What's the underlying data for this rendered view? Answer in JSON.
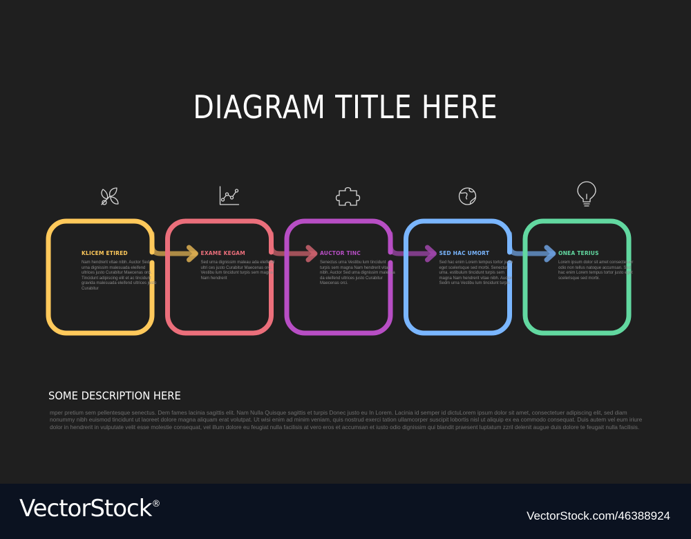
{
  "title": "DIAGRAM TITLE HERE",
  "steps": [
    {
      "heading": "KLICEM ETIRED",
      "color": "#ffc95b",
      "icon": "hand-leaf-icon",
      "body": "Nam hendrerit vitae nibh. Auctor Sed urna dignissim malesuada eleifend ultrices justo Curabitur Maecenas orci. Tincidunt adipiscing elit et ac tincidunt gravida malesuada eleifend ultrices justo Curabitur"
    },
    {
      "heading": "EXAME KEGAM",
      "color": "#eb6f7b",
      "icon": "line-chart-icon",
      "body": "Sed urna dignissim maleau ada eleifend ultri ces justo Curabitur Maecenas orci. Vestibu lum tincidunt turpis sem magna Nam hendrerit"
    },
    {
      "heading": "AUCTOR TINC",
      "color": "#b74ec4",
      "icon": "puzzle-piece-icon",
      "body": "Senectus urna Vestibu lum tincidunt turpis sem magna Nam hendrerit vitae nibh. Auctor Sed urna dignissim malesua da eleifend ultrices justo Curabitur Maecenas orci."
    },
    {
      "heading": "SED HAC UMORT",
      "color": "#7ab6ff",
      "icon": "globe-icon",
      "body": "Sed hac enim Lorem tempus tortor justo eget scelerisque sed morbi. Senectus urna. estibulum tincidunt turpis sem magna Nam hendrerit vitae nibh. Auctor Sedm urna Vestibu lum tincidunt turpis"
    },
    {
      "heading": "ONEA TERIUS",
      "color": "#62d8a0",
      "icon": "light-bulb-icon",
      "body": "Lorem ipsum dolor sit amet consectetuer odio non tellus natoque accumsan. Sed hac enim Lorem tempus tortor justo eget scelerisque sed morbi."
    }
  ],
  "description": {
    "title": "SOME DESCRIPTION HERE",
    "body": "mper pretium sem pellentesque senectus. Dem fames lacinia sagittis elit. Nam Nulla Quisque sagittis et turpis Donec justo eu In Lorem. Lacinia id semper id dictuLorem ipsum dolor sit amet, consectetuer adipiscing elit, sed diam nonummy nibh euismod tincidunt ut laoreet dolore magna aliquam erat volutpat. Ut wisi enim ad minim veniam, quis nostrud exerci tation ullamcorper suscipit lobortis nisl ut aliquip ex ea commodo consequat. Duis autem vel eum iriure dolor in hendrerit in vulputate velit esse molestie consequat, vel illum dolore eu feugiat nulla facilisis at vero eros et accumsan et iusto odio dignissim qui blandit praesent luptatum zzril delenit augue duis dolore te feugait nulla facilisis."
  },
  "footer": {
    "brand": "VectorStock",
    "registered": "®",
    "stock_id": "VectorStock.com/46388924"
  }
}
